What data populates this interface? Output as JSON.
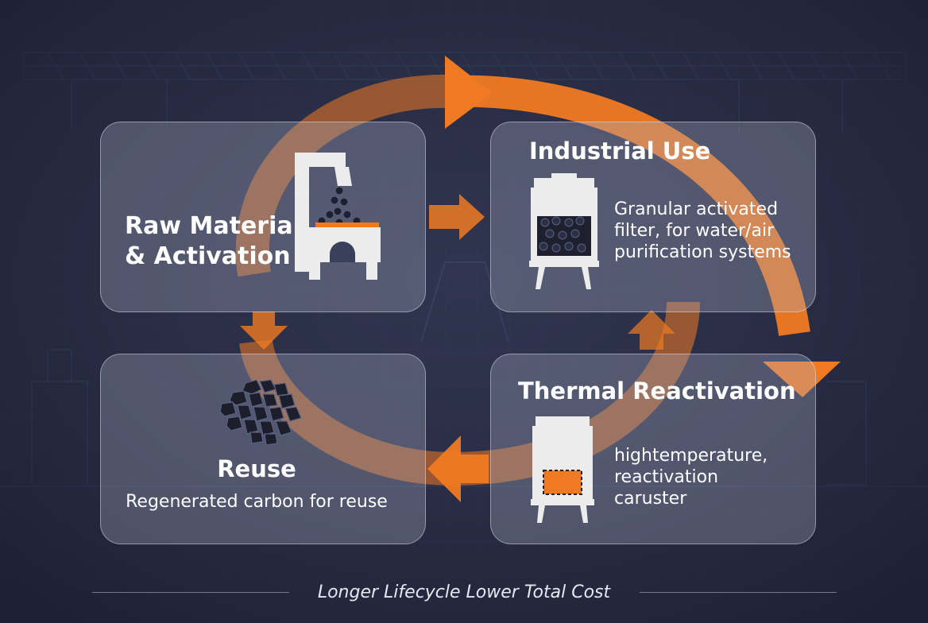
{
  "cards": {
    "raw": {
      "title_line1": "Raw Material",
      "title_line2": "& Activation"
    },
    "industrial": {
      "title": "Industrial Use",
      "desc_line1": "Granular activated",
      "desc_line2": "filter, for water/air",
      "desc_line3": "purification systems"
    },
    "reuse": {
      "title": "Reuse",
      "desc": "Regenerated carbon for reuse"
    },
    "thermal": {
      "title": "Thermal Reactivation",
      "desc_line1": "hightemperature,",
      "desc_line2": "reactivation",
      "desc_line3": "caruster"
    }
  },
  "footer": {
    "text": "Longer Lifecycle Lower Total Cost"
  },
  "colors": {
    "background": "#2a2e45",
    "accent": "#f07a22",
    "card": "#aab0c6",
    "text": "#ffffff"
  }
}
